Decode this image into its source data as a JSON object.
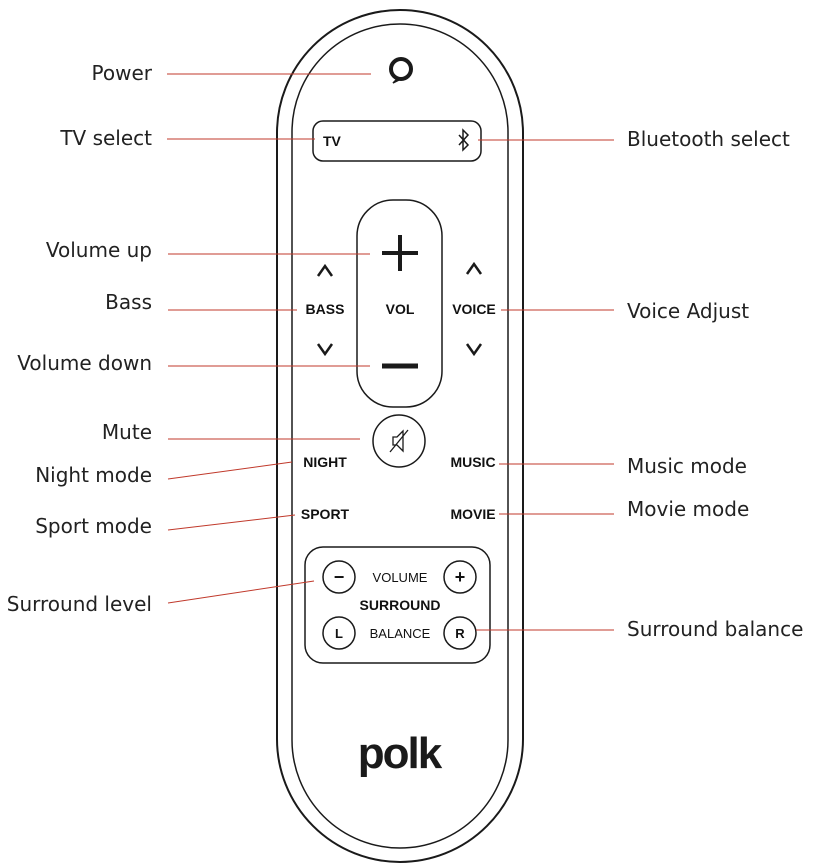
{
  "callouts": {
    "power": "Power",
    "tv_select": "TV select",
    "bluetooth_select": "Bluetooth select",
    "volume_up": "Volume up",
    "bass": "Bass",
    "voice_adjust": "Voice Adjust",
    "volume_down": "Volume down",
    "mute": "Mute",
    "night_mode": "Night mode",
    "music_mode": "Music mode",
    "sport_mode": "Sport mode",
    "movie_mode": "Movie mode",
    "surround_level": "Surround level",
    "surround_balance": "Surround balance"
  },
  "remote": {
    "tv": "TV",
    "bass": "BASS",
    "vol": "VOL",
    "voice": "VOICE",
    "night": "NIGHT",
    "music": "MUSIC",
    "sport": "SPORT",
    "movie": "MOVIE",
    "volume": "VOLUME",
    "surround": "SURROUND",
    "balance": "BALANCE",
    "left": "L",
    "right": "R",
    "minus": "−",
    "plus": "+",
    "logo": "polk"
  },
  "icons": {
    "power": "alexa-ring-icon",
    "bluetooth": "bluetooth-icon",
    "mute": "mute-icon",
    "up": "chevron-up-icon",
    "down": "chevron-down-icon"
  },
  "colors": {
    "leader_line": "#c0392b",
    "outline": "#1a1a1a"
  }
}
